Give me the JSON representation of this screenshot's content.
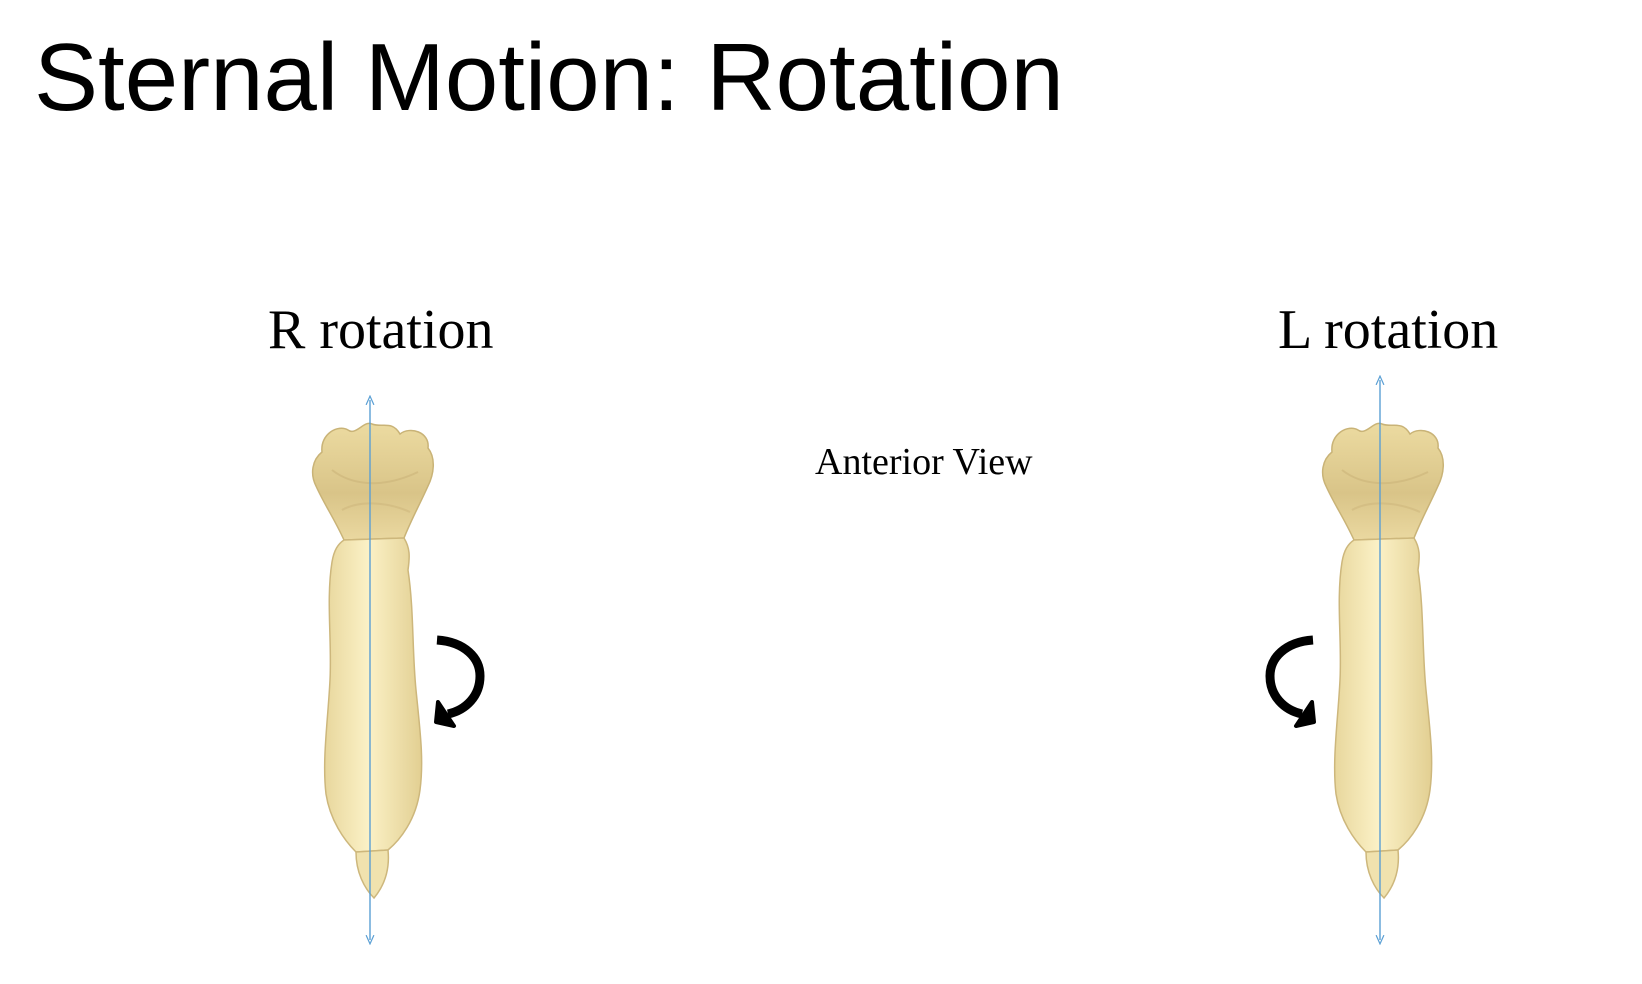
{
  "slide": {
    "title": "Sternal Motion: Rotation"
  },
  "panels": [
    {
      "label": "R rotation",
      "rotation_arrow_side": "right",
      "rotation_arrow_direction": "clockwise-down"
    },
    {
      "label": "L rotation",
      "rotation_arrow_side": "left",
      "rotation_arrow_direction": "counterclockwise-down"
    }
  ],
  "view_label": "Anterior View",
  "colors": {
    "background": "#ffffff",
    "text": "#000000",
    "bone_fill": "#f3e6b4",
    "bone_shadow": "#d8c48c",
    "axis_line": "#5a9fd4",
    "rotation_arrow": "#000000"
  },
  "icons": {
    "sternum": "sternum-bone-icon",
    "axis": "vertical-axis-arrow-icon",
    "rotation": "curved-rotation-arrow-icon"
  }
}
